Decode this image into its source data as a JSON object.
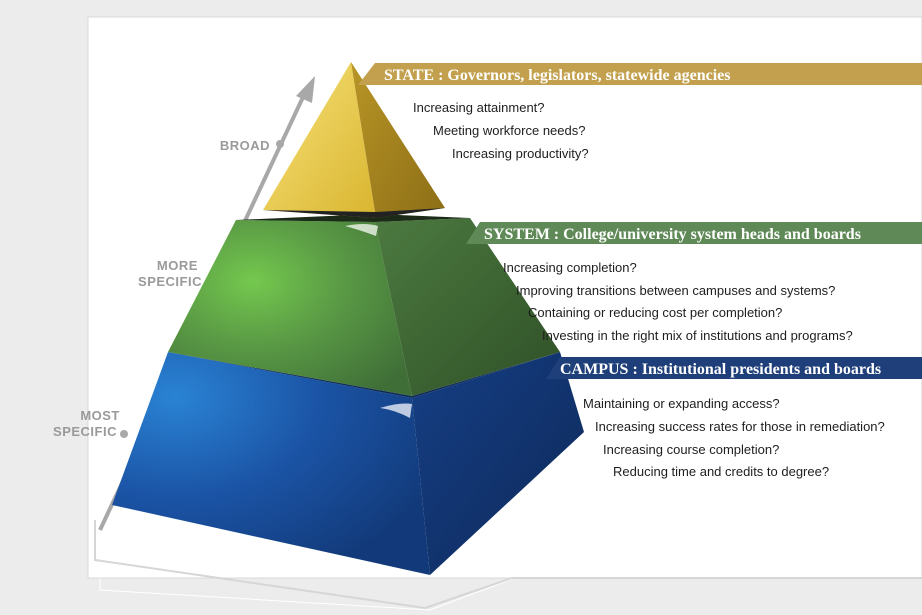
{
  "axis": {
    "labels": [
      {
        "lines": [
          "BROAD"
        ]
      },
      {
        "lines": [
          "MORE",
          "SPECIFIC"
        ]
      },
      {
        "lines": [
          "MOST",
          "SPECIFIC"
        ]
      }
    ]
  },
  "tiers": [
    {
      "name": "STATE",
      "title": "STATE : Governors, legislators, statewide agencies",
      "color": "#c2a04e",
      "fill": "#e6c43c",
      "questions": [
        "Increasing attainment?",
        "Meeting workforce needs?",
        "Increasing productivity?"
      ]
    },
    {
      "name": "SYSTEM",
      "title": "SYSTEM : College/university system heads and boards",
      "color": "#5f8a57",
      "fill": "#5b8e4a",
      "questions": [
        "Increasing completion?",
        "Improving transitions between campuses and systems?",
        "Containing or reducing cost per completion?",
        "Investing in the right mix of institutions and programs?"
      ]
    },
    {
      "name": "CAMPUS",
      "title": "CAMPUS : Institutional presidents and boards",
      "color": "#1f3f7a",
      "fill": "#1e4f9c",
      "questions": [
        "Maintaining or expanding access?",
        "Increasing success rates for those in remediation?",
        "Increasing course completion?",
        "Reducing time and credits to degree?"
      ]
    }
  ]
}
